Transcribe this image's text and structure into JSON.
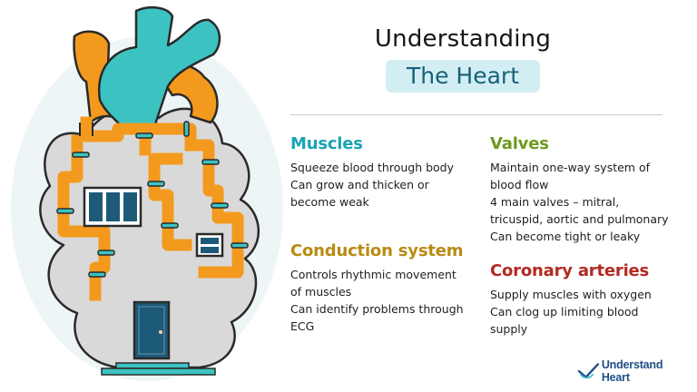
{
  "header": {
    "title": "Understanding",
    "subtitle": "The Heart"
  },
  "sections": {
    "muscles": {
      "heading": "Muscles",
      "lines": [
        "Squeeze blood through body",
        "Can grow and thicken or",
        "become weak"
      ]
    },
    "valves": {
      "heading": "Valves",
      "lines": [
        "Maintain one-way system of",
        "blood flow",
        "4 main valves – mitral,",
        "tricuspid, aortic and pulmonary",
        "Can become tight or leaky"
      ]
    },
    "conduction": {
      "heading": "Conduction system",
      "lines": [
        "Controls rhythmic movement",
        "of muscles",
        "Can identify problems through",
        "ECG"
      ]
    },
    "coronary": {
      "heading": "Coronary arteries",
      "lines": [
        "Supply muscles with oxygen",
        "Can clog up limiting blood",
        "supply"
      ]
    }
  },
  "logo": {
    "text": "Understand Heart",
    "icon": "checkmark-icon"
  },
  "colors": {
    "muscles": "#1aa3b3",
    "valves": "#6e9a1f",
    "conduction": "#b98b12",
    "coronary": "#b22a22",
    "subtitle_bg": "#d3eef3",
    "subtitle_text": "#17627a",
    "pipe": "#f39a1e",
    "aorta": "#3cc3c1",
    "heart_body": "#d8d8d8",
    "door": "#1d5a78"
  }
}
